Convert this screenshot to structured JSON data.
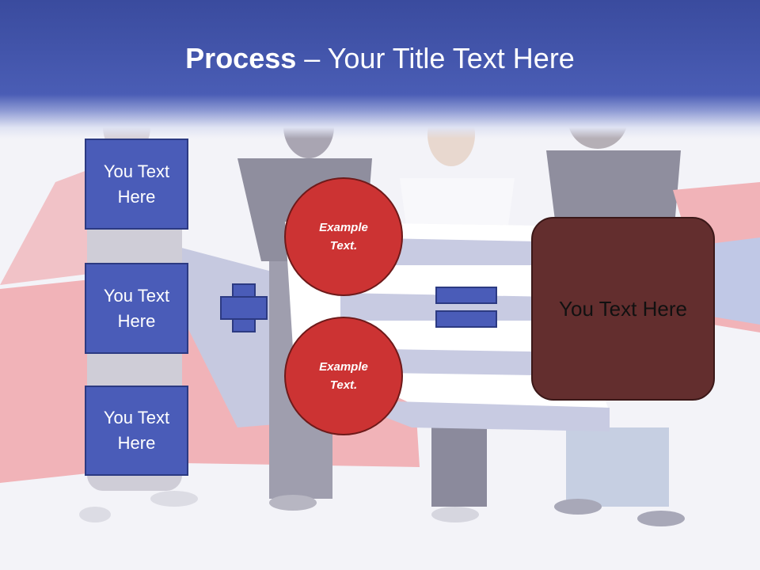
{
  "title": {
    "bold": "Process",
    "rest": " – Your Title Text Here"
  },
  "left_boxes": [
    {
      "label": "You Text Here"
    },
    {
      "label": "You Text Here"
    },
    {
      "label": "You Text Here"
    }
  ],
  "circles": [
    {
      "label": "Example Text."
    },
    {
      "label": "Example Text."
    }
  ],
  "result": {
    "label": "You Text Here"
  },
  "colors": {
    "header": "#4a5db5",
    "box_blue": "#4a5cb8",
    "circle_red": "#cc3333",
    "result_brown": "#632e2e"
  }
}
